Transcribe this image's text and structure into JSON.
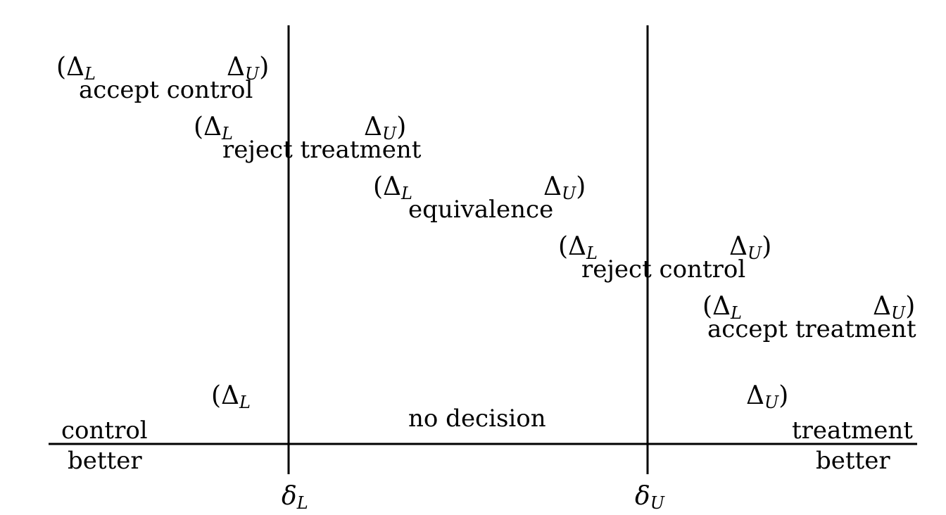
{
  "intervals": [
    {
      "open": "(",
      "lower_sym": "Δ",
      "lower_sub": "L",
      "upper_sym": "Δ",
      "upper_sub": "U",
      "close": ")",
      "label": "accept control"
    },
    {
      "open": "(",
      "lower_sym": "Δ",
      "lower_sub": "L",
      "upper_sym": "Δ",
      "upper_sub": "U",
      "close": ")",
      "label": "reject treatment"
    },
    {
      "open": "(",
      "lower_sym": "Δ",
      "lower_sub": "L",
      "upper_sym": "Δ",
      "upper_sub": "U",
      "close": ")",
      "label": "equivalence"
    },
    {
      "open": "(",
      "lower_sym": "Δ",
      "lower_sub": "L",
      "upper_sym": "Δ",
      "upper_sub": "U",
      "close": ")",
      "label": "reject control"
    },
    {
      "open": "(",
      "lower_sym": "Δ",
      "lower_sub": "L",
      "upper_sym": "Δ",
      "upper_sub": "U",
      "close": ")",
      "label": "accept treatment"
    },
    {
      "open": "(",
      "lower_sym": "Δ",
      "lower_sub": "L",
      "upper_sym": "Δ",
      "upper_sub": "U",
      "close": ")",
      "label": "no decision"
    }
  ],
  "axis": {
    "left_top": "control",
    "left_bottom": "better",
    "right_top": "treatment",
    "right_bottom": "better",
    "delta_lower_sym": "δ",
    "delta_lower_sub": "L",
    "delta_upper_sym": "δ",
    "delta_upper_sub": "U"
  },
  "colors": {
    "ink": "#000000",
    "background": "#ffffff"
  }
}
